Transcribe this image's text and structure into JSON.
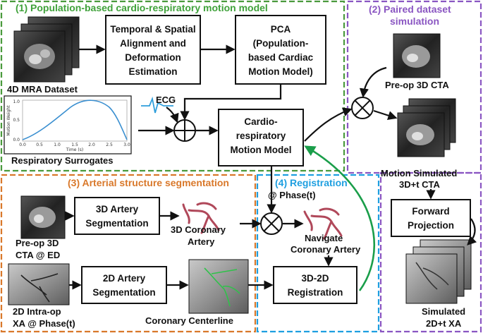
{
  "panels": {
    "population": {
      "title": "(1) Population-based cardio-respiratory motion model",
      "color": "#4a9a3c"
    },
    "paired": {
      "title_line1": "(2) Paired dataset",
      "title_line2": "simulation",
      "color": "#8a56c2"
    },
    "arterial": {
      "title": "(3) Arterial structure segmentation",
      "color": "#d9782a"
    },
    "registration": {
      "title": "(4) Registration",
      "color": "#1e9fe0"
    }
  },
  "boxes": {
    "alignment": {
      "line1": "Temporal & Spatial",
      "line2": "Alignment and",
      "line3": "Deformation",
      "line4": "Estimation"
    },
    "pca": {
      "line1": "PCA",
      "line2": "(Population-",
      "line3": "based Cardiac",
      "line4": "Motion Model)"
    },
    "motion_model": {
      "line1": "Cardio-",
      "line2": "respiratory",
      "line3": "Motion Model"
    },
    "artery3d": {
      "line1": "3D Artery",
      "line2": "Segmentation"
    },
    "artery2d": {
      "line1": "2D Artery",
      "line2": "Segmentation"
    },
    "reg3d2d": {
      "line1": "3D-2D",
      "line2": "Registration"
    },
    "projection": {
      "line1": "Forward",
      "line2": "Projection"
    }
  },
  "labels": {
    "mra": "4D MRA Dataset",
    "ecg": "ECG",
    "surrogates": "Respiratory Surrogates",
    "preop_cta": "Pre-op 3D CTA",
    "motion_sim_1": "Motion Simulated",
    "motion_sim_2": "3D+t CTA",
    "preop_ed_1": "Pre-op 3D",
    "preop_ed_2": "CTA @ ED",
    "coronary3d_1": "3D Coronary",
    "coronary3d_2": "Artery",
    "phase": "@ Phase(t)",
    "navigate_1": "Navigate",
    "navigate_2": "Coronary Artery",
    "xa_1": "2D Intra-op",
    "xa_2": "XA @ Phase(t)",
    "centerline": "Coronary Centerline",
    "simulated_1": "Simulated",
    "simulated_2": "2D+t XA"
  },
  "plot": {
    "ylabel": "Motion Weight",
    "xlabel": "Time (s)",
    "yticks": [
      "1.0",
      "0.5",
      "0.0"
    ],
    "xticks": [
      "0.0",
      "0.5",
      "1.0",
      "1.5",
      "2.0",
      "2.5",
      "3.0"
    ],
    "line_color": "#3a8fd0"
  }
}
